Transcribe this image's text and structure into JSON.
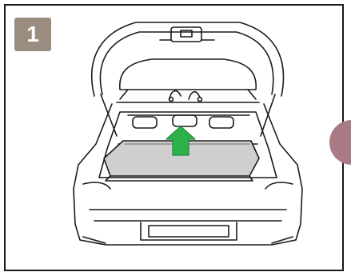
{
  "step": {
    "number": "1"
  },
  "illustration": {
    "subject": "car-rear-luggage-cover-removal",
    "arrow_direction": "up"
  },
  "colors": {
    "badge": "#9a8d7f",
    "arrow": "#2bb34a",
    "cover_fill": "#cfcfcf",
    "side_tab": "#a87b84",
    "line": "#1a1a1a"
  }
}
